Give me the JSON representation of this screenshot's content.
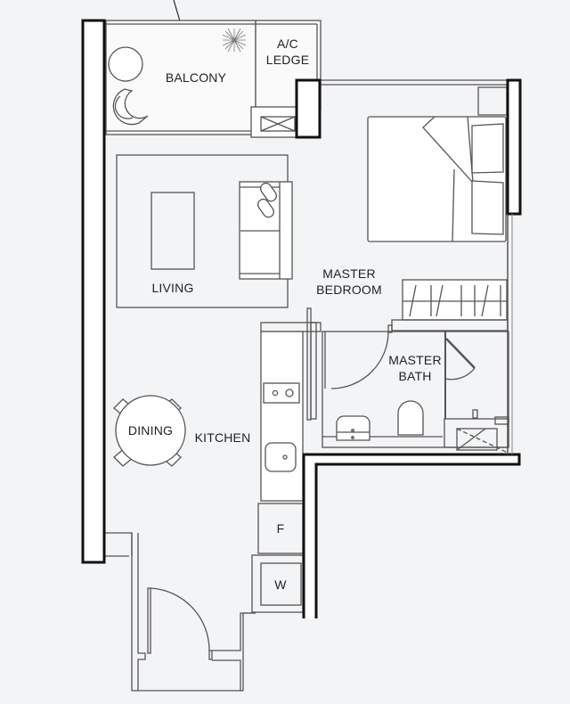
{
  "floorplan": {
    "rooms": {
      "balcony": "BALCONY",
      "ac_ledge": "A/C\nLEDGE",
      "living": "LIVING",
      "master_bedroom": "MASTER\nBEDROOM",
      "master_bath": "MASTER\nBATH",
      "dining": "DINING",
      "kitchen": "KITCHEN"
    },
    "appliances": {
      "fridge": "F",
      "washer": "W"
    },
    "colors": {
      "background": "#f3f4f6",
      "wall": "#111111",
      "line": "#555555",
      "fill": "#ffffff"
    }
  }
}
